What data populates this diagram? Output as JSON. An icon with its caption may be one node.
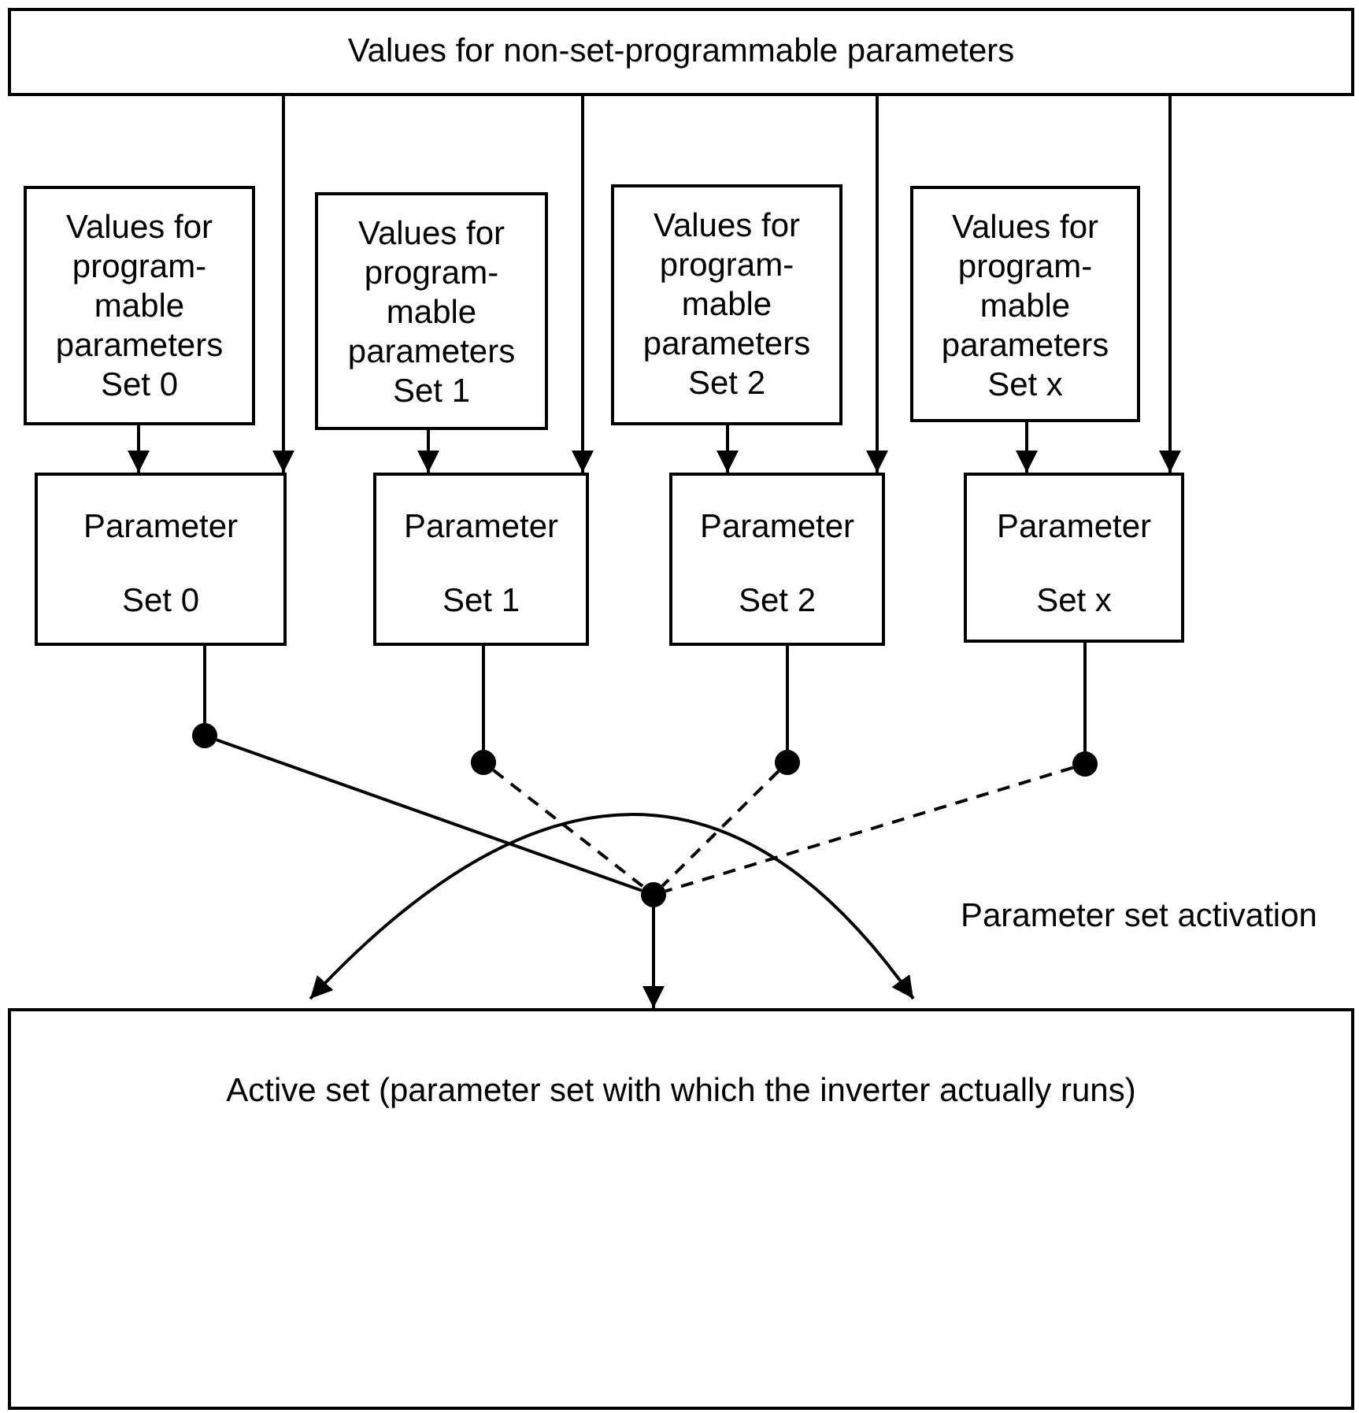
{
  "diagram": {
    "nodes": [
      {
        "text": [
          "Values for non-set-programmable parameters"
        ]
      },
      {
        "text": [
          "Values for program-mable parameters Set 0"
        ]
      },
      {
        "text": [
          "Values for program-mable parameters Set 1"
        ]
      },
      {
        "text": [
          "Values for program-mable parameters Set 2"
        ]
      },
      {
        "text": [
          "Values for program-mable parameters Set x"
        ]
      },
      {
        "text": [
          "Parameter",
          "Set 0"
        ]
      },
      {
        "text": [
          "Parameter",
          "Set 1"
        ]
      },
      {
        "text": [
          "Parameter",
          "Set 2"
        ]
      },
      {
        "text": [
          "Parameter",
          "Set x"
        ]
      },
      {
        "text": [],
        "shape": "circle"
      },
      {
        "text": [],
        "shape": "circle"
      },
      {
        "text": [],
        "shape": "circle"
      },
      {
        "text": [],
        "shape": "circle"
      },
      {
        "text": [],
        "shape": "circle"
      },
      {
        "text": [
          "Active set (parameter set with which the inverter actually runs)"
        ]
      }
    ],
    "edges": [
      {
        "from": 1,
        "to": 5,
        "arrow": "to"
      },
      {
        "from": 0,
        "to": 5,
        "arrow": "to"
      },
      {
        "from": 2,
        "to": 6,
        "arrow": "to"
      },
      {
        "from": 0,
        "to": 6,
        "arrow": "to"
      },
      {
        "from": 3,
        "to": 7,
        "arrow": "to"
      },
      {
        "from": 0,
        "to": 7,
        "arrow": "to"
      },
      {
        "from": 4,
        "to": 8,
        "arrow": "to"
      },
      {
        "from": 0,
        "to": 8,
        "arrow": "to"
      },
      {
        "from": 5,
        "to": 9,
        "arrow": "none"
      },
      {
        "from": 6,
        "to": 10,
        "arrow": "none"
      },
      {
        "from": 7,
        "to": 11,
        "arrow": "none"
      },
      {
        "from": 8,
        "to": 12,
        "arrow": "none"
      },
      {
        "from": 9,
        "to": 13,
        "arrow": "none"
      },
      {
        "from": 10,
        "to": 13,
        "arrow": "none",
        "style": "dashed"
      },
      {
        "from": 11,
        "to": 13,
        "arrow": "none",
        "style": "dashed"
      },
      {
        "from": 12,
        "to": 13,
        "arrow": "none",
        "style": "dashed"
      },
      {
        "from": 13,
        "to": 14,
        "arrow": "to"
      }
    ],
    "labels": [
      "Parameter set activation"
    ]
  }
}
